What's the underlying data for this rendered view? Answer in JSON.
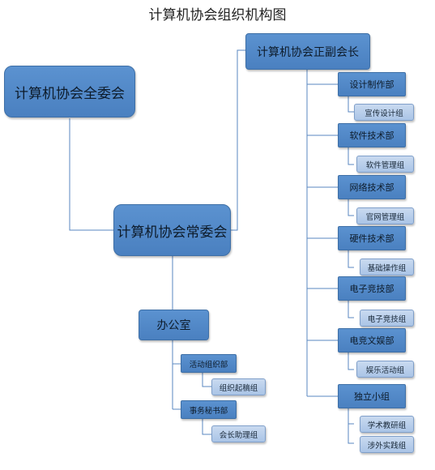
{
  "title": "计算机协会组织机构图",
  "nodes": {
    "full_committee": "计算机协会全委会",
    "standing_committee": "计算机协会常委会",
    "chairman": "计算机协会正副会长",
    "office": "办公室",
    "office_activity": "活动组织部",
    "office_activity_group": "组织起稿组",
    "office_secretary": "事务秘书部",
    "office_secretary_group": "会长助理组"
  },
  "departments": [
    {
      "name": "设计制作部",
      "group": "宣传设计组"
    },
    {
      "name": "软件技术部",
      "group": "软件管理组"
    },
    {
      "name": "网络技术部",
      "group": "官网管理组"
    },
    {
      "name": "硬件技术部",
      "group": "基础操作组"
    },
    {
      "name": "电子竞技部",
      "group": "电子竞技组"
    },
    {
      "name": "电竞文娱部",
      "group": "娱乐活动组"
    },
    {
      "name": "独立小组",
      "groups": [
        "学术教研组",
        "涉外实践组"
      ]
    }
  ],
  "colors": {
    "node_fill": "#4f86c6",
    "group_fill": "#b8cfeb",
    "line": "#5a87c0"
  }
}
